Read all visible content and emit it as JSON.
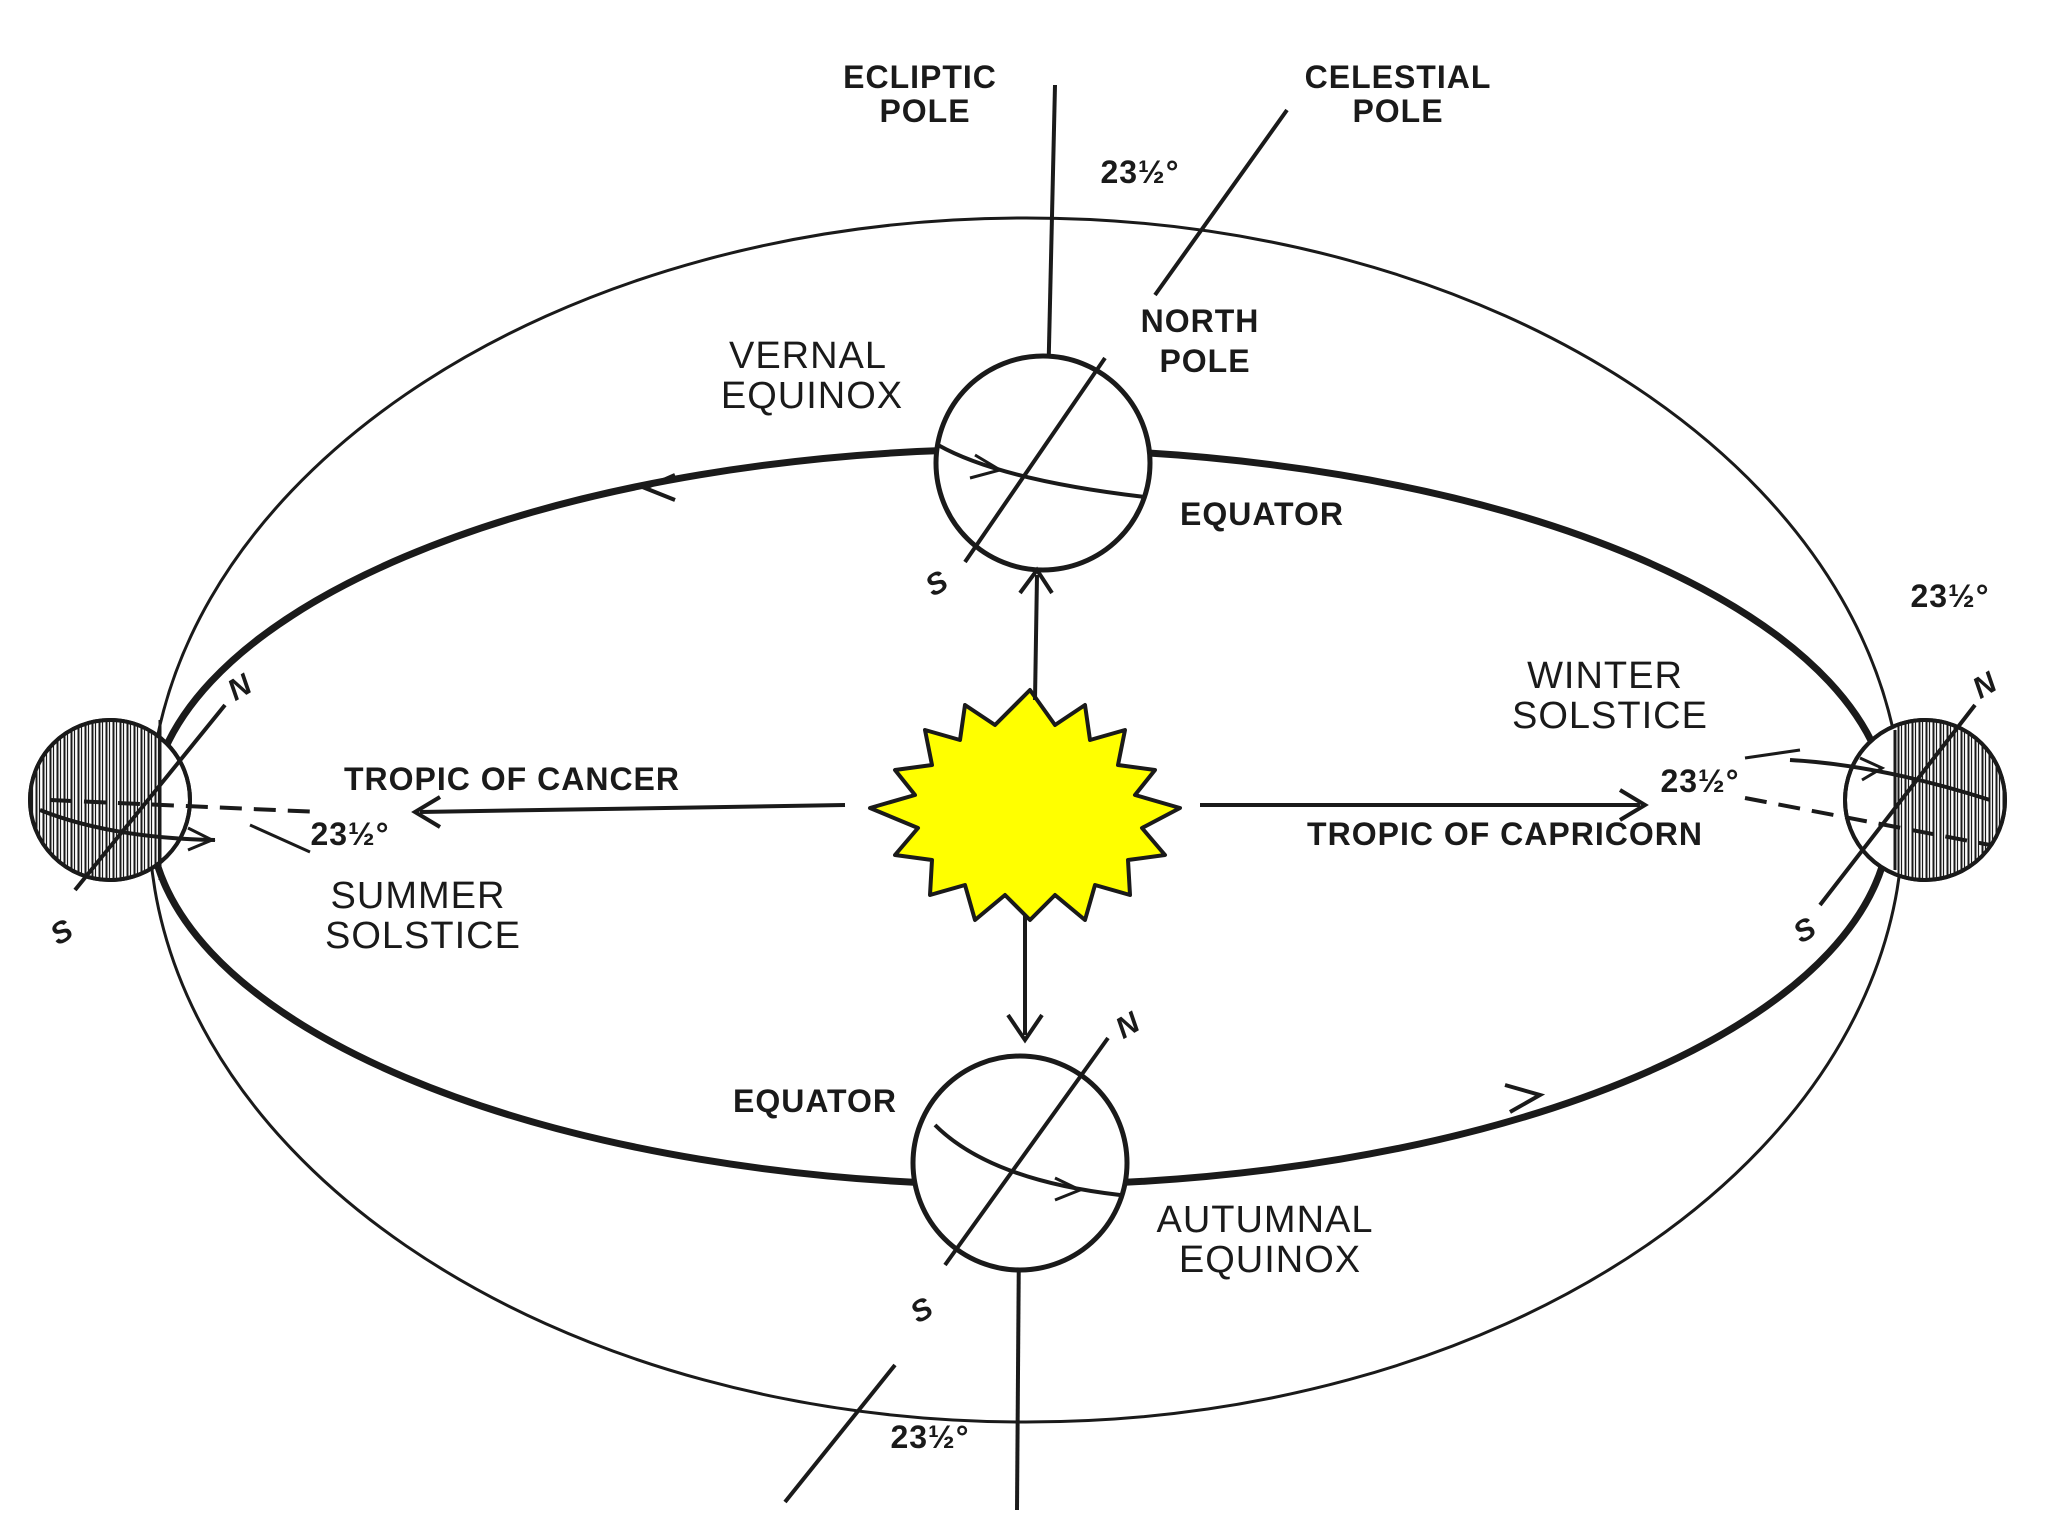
{
  "labels": {
    "ecliptic_pole_1": "ECLIPTIC",
    "ecliptic_pole_2": "POLE",
    "celestial_pole_1": "CELESTIAL",
    "celestial_pole_2": "POLE",
    "angle_top": "23½°",
    "north_pole_1": "NORTH",
    "north_pole_2": "POLE",
    "vernal_1": "VERNAL",
    "vernal_2": "EQUINOX",
    "equator_top": "EQUATOR",
    "s_top": "S",
    "angle_right_top": "23½°",
    "n_right": "N",
    "winter_1": "WINTER",
    "winter_2": "SOLSTICE",
    "angle_right": "23½°",
    "tropic_capricorn": "TROPIC OF CAPRICORN",
    "s_right": "S",
    "n_left": "N",
    "tropic_cancer": "TROPIC OF CANCER",
    "angle_left": "23½°",
    "summer_1": "SUMMER",
    "summer_2": "SOLSTICE",
    "s_left": "S",
    "n_bottom": "N",
    "equator_bottom": "EQUATOR",
    "autumnal_1": "AUTUMNAL",
    "autumnal_2": "EQUINOX",
    "s_bottom": "S",
    "angle_bottom": "23½°"
  },
  "colors": {
    "sun_fill": "#ffff00",
    "ink": "#1a1a1a",
    "background": "#ffffff"
  }
}
